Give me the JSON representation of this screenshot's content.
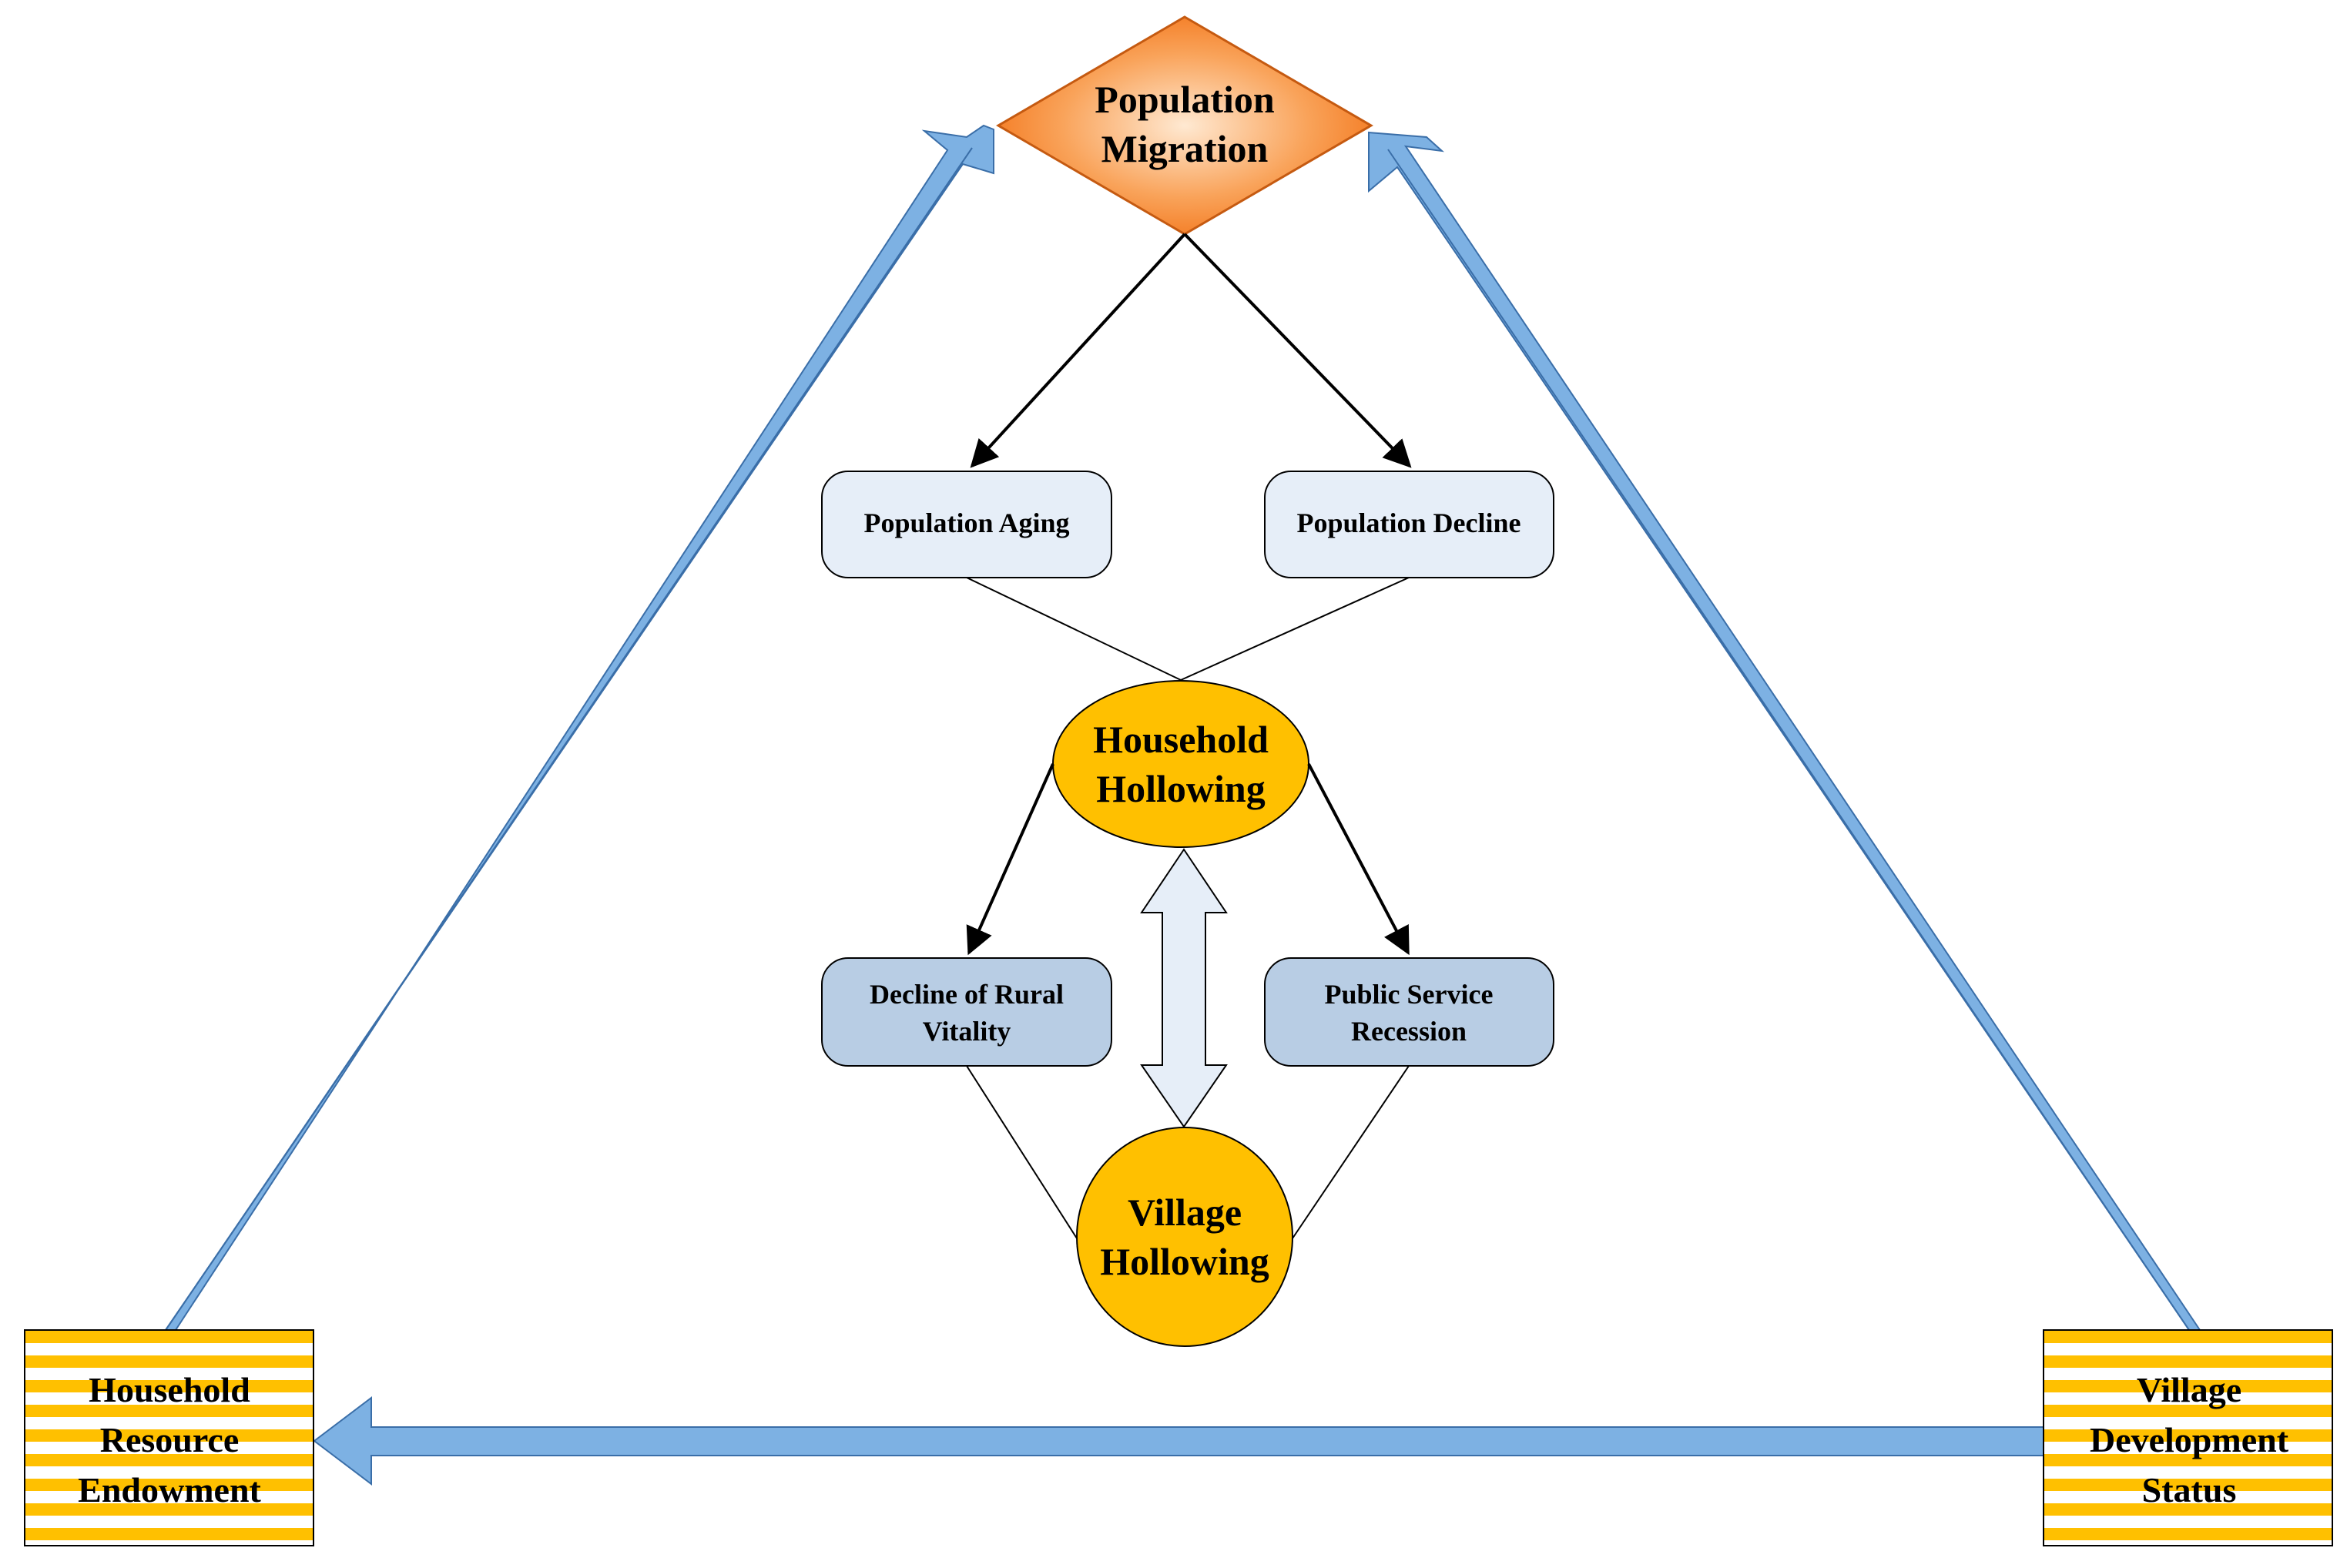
{
  "nodes": {
    "population_migration": {
      "line1": "Population",
      "line2": "Migration"
    },
    "population_aging": {
      "label": "Population Aging"
    },
    "population_decline": {
      "label": "Population Decline"
    },
    "household_hollowing": {
      "line1": "Household",
      "line2": "Hollowing"
    },
    "decline_rural_vitality": {
      "line1": "Decline of Rural",
      "line2": "Vitality"
    },
    "public_service_recession": {
      "line1": "Public Service",
      "line2": "Recession"
    },
    "village_hollowing": {
      "line1": "Village",
      "line2": "Hollowing"
    },
    "household_resource_endowment": {
      "line1": "Household",
      "line2": "Resource",
      "line3": "Endowment"
    },
    "village_development_status": {
      "line1": "Village",
      "line2": "Development",
      "line3": "Status"
    }
  },
  "colors": {
    "diamond_center": "#FFE2C4",
    "diamond_edge": "#F47B1E",
    "box_light": "#E6EEF8",
    "box_medium": "#B8CDE4",
    "circle_fill": "#FFC000",
    "stripe_yellow": "#FFC000",
    "big_arrow": "#7DB1E3",
    "double_arrow": "#E6EEF8"
  }
}
